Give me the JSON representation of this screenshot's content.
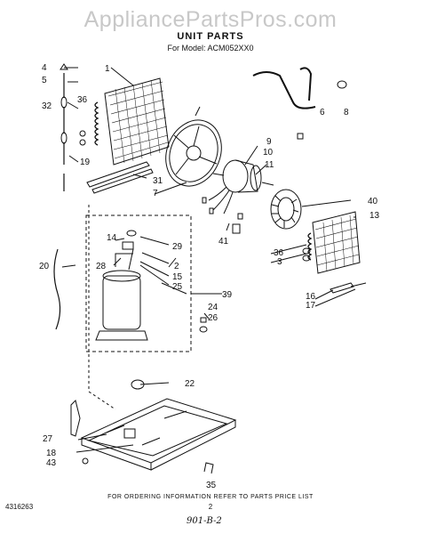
{
  "watermark": "AppliancePartsPros.com",
  "title": "UNIT PARTS",
  "subtitle": "For Model: ACM052XX0",
  "footer_note": "FOR ORDERING INFORMATION REFER TO PARTS PRICE LIST",
  "doc_number": "4316263",
  "page_number": "2",
  "handwritten_note": "901-B-2",
  "callouts": [
    "1",
    "2",
    "3",
    "4",
    "5",
    "6",
    "7",
    "8",
    "9",
    "10",
    "11",
    "13",
    "14",
    "15",
    "16",
    "17",
    "18",
    "19",
    "20",
    "22",
    "24",
    "25",
    "26",
    "27",
    "28",
    "29",
    "31",
    "32",
    "35",
    "36",
    "36",
    "39",
    "40",
    "41",
    "43"
  ],
  "labels": {
    "c1": "1",
    "c2": "2",
    "c3": "3",
    "c4": "4",
    "c5": "5",
    "c6": "6",
    "c7": "7",
    "c8": "8",
    "c9": "9",
    "c10": "10",
    "c11": "11",
    "c13": "13",
    "c14": "14",
    "c15": "15",
    "c16": "16",
    "c17": "17",
    "c18": "18",
    "c19": "19",
    "c20": "20",
    "c22": "22",
    "c24": "24",
    "c25": "25",
    "c26": "26",
    "c27": "27",
    "c28": "28",
    "c29": "29",
    "c31": "31",
    "c32": "32",
    "c35": "35",
    "c36a": "36",
    "c36b": "36",
    "c39": "39",
    "c40": "40",
    "c41": "41",
    "c43": "43"
  }
}
